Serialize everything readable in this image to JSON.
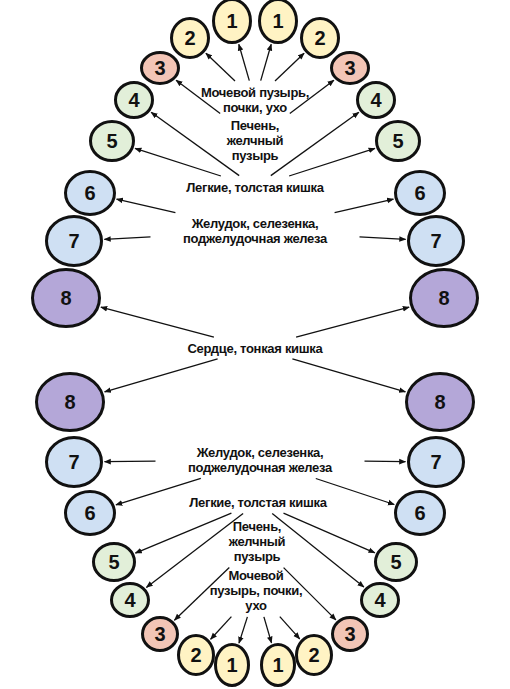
{
  "diagram": {
    "nodes": [
      {
        "text": [
          "8"
        ]
      },
      {
        "text": [
          "7"
        ]
      },
      {
        "text": [
          "6"
        ]
      },
      {
        "text": [
          "5"
        ]
      },
      {
        "text": [
          "4"
        ]
      },
      {
        "text": [
          "3"
        ]
      },
      {
        "text": [
          "2"
        ]
      },
      {
        "text": [
          "1"
        ]
      },
      {
        "text": [
          "1"
        ]
      },
      {
        "text": [
          "2"
        ]
      },
      {
        "text": [
          "3"
        ]
      },
      {
        "text": [
          "4"
        ]
      },
      {
        "text": [
          "5"
        ]
      },
      {
        "text": [
          "6"
        ]
      },
      {
        "text": [
          "7"
        ]
      },
      {
        "text": [
          "8"
        ]
      },
      {
        "text": [
          "Мочевой пузырь, почки, ухо"
        ]
      },
      {
        "text": [
          "Печень, желчный пузырь"
        ]
      },
      {
        "text": [
          "Легкие, толстая кишка"
        ]
      },
      {
        "text": [
          "Желудок, селезенка, поджелудочная железа"
        ]
      },
      {
        "text": [
          "Сердце, тонкая кишка"
        ]
      },
      {
        "text": [
          "Желудок, селезенка, поджелудочная железа"
        ]
      },
      {
        "text": [
          "Легкие, толстая кишка"
        ]
      },
      {
        "text": [
          "Печень, желчный пузырь"
        ]
      },
      {
        "text": [
          "Мочевой пузырь, почки, ухо"
        ]
      },
      {
        "text": [
          "8"
        ]
      },
      {
        "text": [
          "7"
        ]
      },
      {
        "text": [
          "6"
        ]
      },
      {
        "text": [
          "5"
        ]
      },
      {
        "text": [
          "4"
        ]
      },
      {
        "text": [
          "3"
        ]
      },
      {
        "text": [
          "2"
        ]
      },
      {
        "text": [
          "1"
        ]
      },
      {
        "text": [
          "1"
        ]
      },
      {
        "text": [
          "2"
        ]
      },
      {
        "text": [
          "3"
        ]
      },
      {
        "text": [
          "4"
        ]
      },
      {
        "text": [
          "5"
        ]
      },
      {
        "text": [
          "6"
        ]
      },
      {
        "text": [
          "7"
        ]
      },
      {
        "text": [
          "8"
        ]
      }
    ],
    "edges": [
      {
        "from": 16,
        "to": 7,
        "arrow": "to"
      },
      {
        "from": 16,
        "to": 6,
        "arrow": "to"
      },
      {
        "from": 16,
        "to": 8,
        "arrow": "to"
      },
      {
        "from": 16,
        "to": 9,
        "arrow": "to"
      },
      {
        "from": 17,
        "to": 5,
        "arrow": "to"
      },
      {
        "from": 17,
        "to": 10,
        "arrow": "to"
      },
      {
        "from": 18,
        "to": 3,
        "arrow": "to"
      },
      {
        "from": 18,
        "to": 4,
        "arrow": "to"
      },
      {
        "from": 18,
        "to": 11,
        "arrow": "to"
      },
      {
        "from": 18,
        "to": 12,
        "arrow": "to"
      },
      {
        "from": 19,
        "to": 1,
        "arrow": "to"
      },
      {
        "from": 19,
        "to": 2,
        "arrow": "to"
      },
      {
        "from": 19,
        "to": 13,
        "arrow": "to"
      },
      {
        "from": 19,
        "to": 14,
        "arrow": "to"
      },
      {
        "from": 20,
        "to": 0,
        "arrow": "to"
      },
      {
        "from": 20,
        "to": 15,
        "arrow": "to"
      },
      {
        "from": 20,
        "to": 25,
        "arrow": "to"
      },
      {
        "from": 20,
        "to": 40,
        "arrow": "to"
      },
      {
        "from": 21,
        "to": 26,
        "arrow": "to"
      },
      {
        "from": 21,
        "to": 27,
        "arrow": "to"
      },
      {
        "from": 21,
        "to": 38,
        "arrow": "to"
      },
      {
        "from": 21,
        "to": 39,
        "arrow": "to"
      },
      {
        "from": 22,
        "to": 28,
        "arrow": "to"
      },
      {
        "from": 22,
        "to": 29,
        "arrow": "to"
      },
      {
        "from": 22,
        "to": 36,
        "arrow": "to"
      },
      {
        "from": 22,
        "to": 37,
        "arrow": "to"
      },
      {
        "from": 23,
        "to": 30,
        "arrow": "to"
      },
      {
        "from": 23,
        "to": 35,
        "arrow": "to"
      },
      {
        "from": 24,
        "to": 31,
        "arrow": "to"
      },
      {
        "from": 24,
        "to": 32,
        "arrow": "to"
      },
      {
        "from": 24,
        "to": 33,
        "arrow": "to"
      },
      {
        "from": 24,
        "to": 34,
        "arrow": "to"
      }
    ]
  }
}
